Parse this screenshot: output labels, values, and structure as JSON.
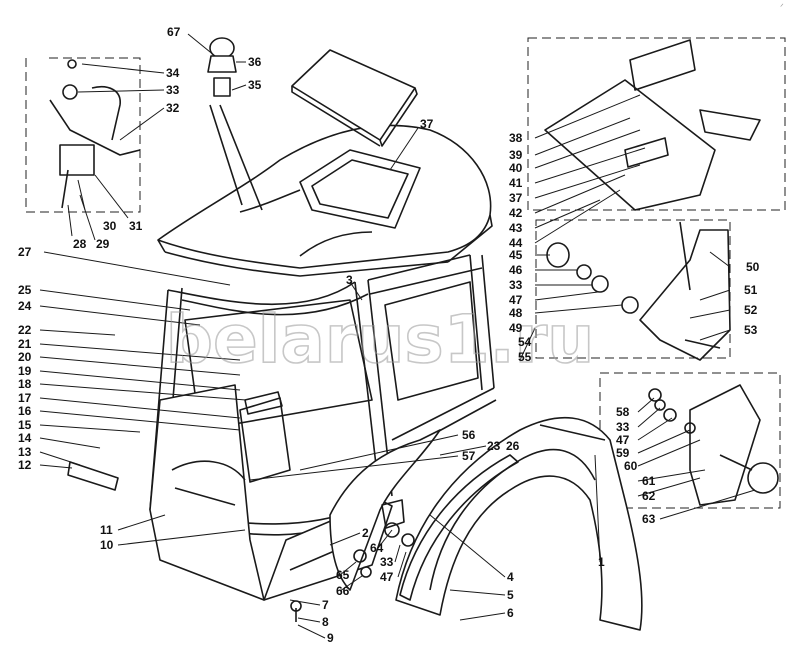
{
  "diagram": {
    "callouts": [
      "67",
      "36",
      "35",
      "34",
      "33",
      "32",
      "37",
      "38",
      "39",
      "40",
      "41",
      "37",
      "42",
      "43",
      "44",
      "30",
      "31",
      "28",
      "29",
      "27",
      "45",
      "46",
      "33",
      "47",
      "48",
      "49",
      "54",
      "55",
      "50",
      "51",
      "52",
      "53",
      "25",
      "24",
      "3",
      "22",
      "21",
      "20",
      "19",
      "18",
      "17",
      "16",
      "15",
      "14",
      "13",
      "12",
      "56",
      "23",
      "26",
      "57",
      "58",
      "33",
      "47",
      "59",
      "60",
      "61",
      "62",
      "63",
      "11",
      "10",
      "2",
      "64",
      "33",
      "47",
      "65",
      "66",
      "7",
      "8",
      "9",
      "4",
      "5",
      "6",
      "1"
    ],
    "watermark": "belarus1.ru",
    "corner_mark": "ᐟ"
  }
}
